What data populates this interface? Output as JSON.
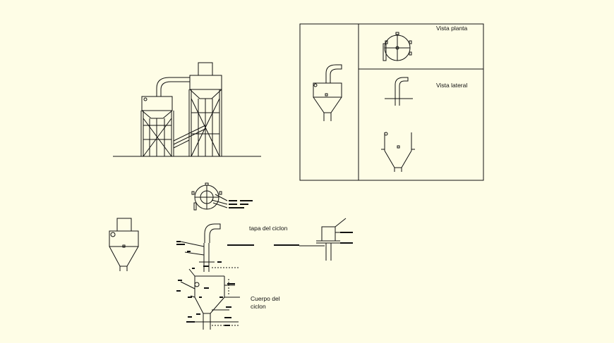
{
  "colors": {
    "background": "#fefde6",
    "ink": "#111111"
  },
  "labels": {
    "vista_planta": "Vista planta",
    "vista_lateral": "Vista lateral",
    "tapa_del_ciclon": "tapa del ciclon",
    "cuerpo_line1": "Cuerpo del",
    "cuerpo_line2": "ciclon"
  }
}
